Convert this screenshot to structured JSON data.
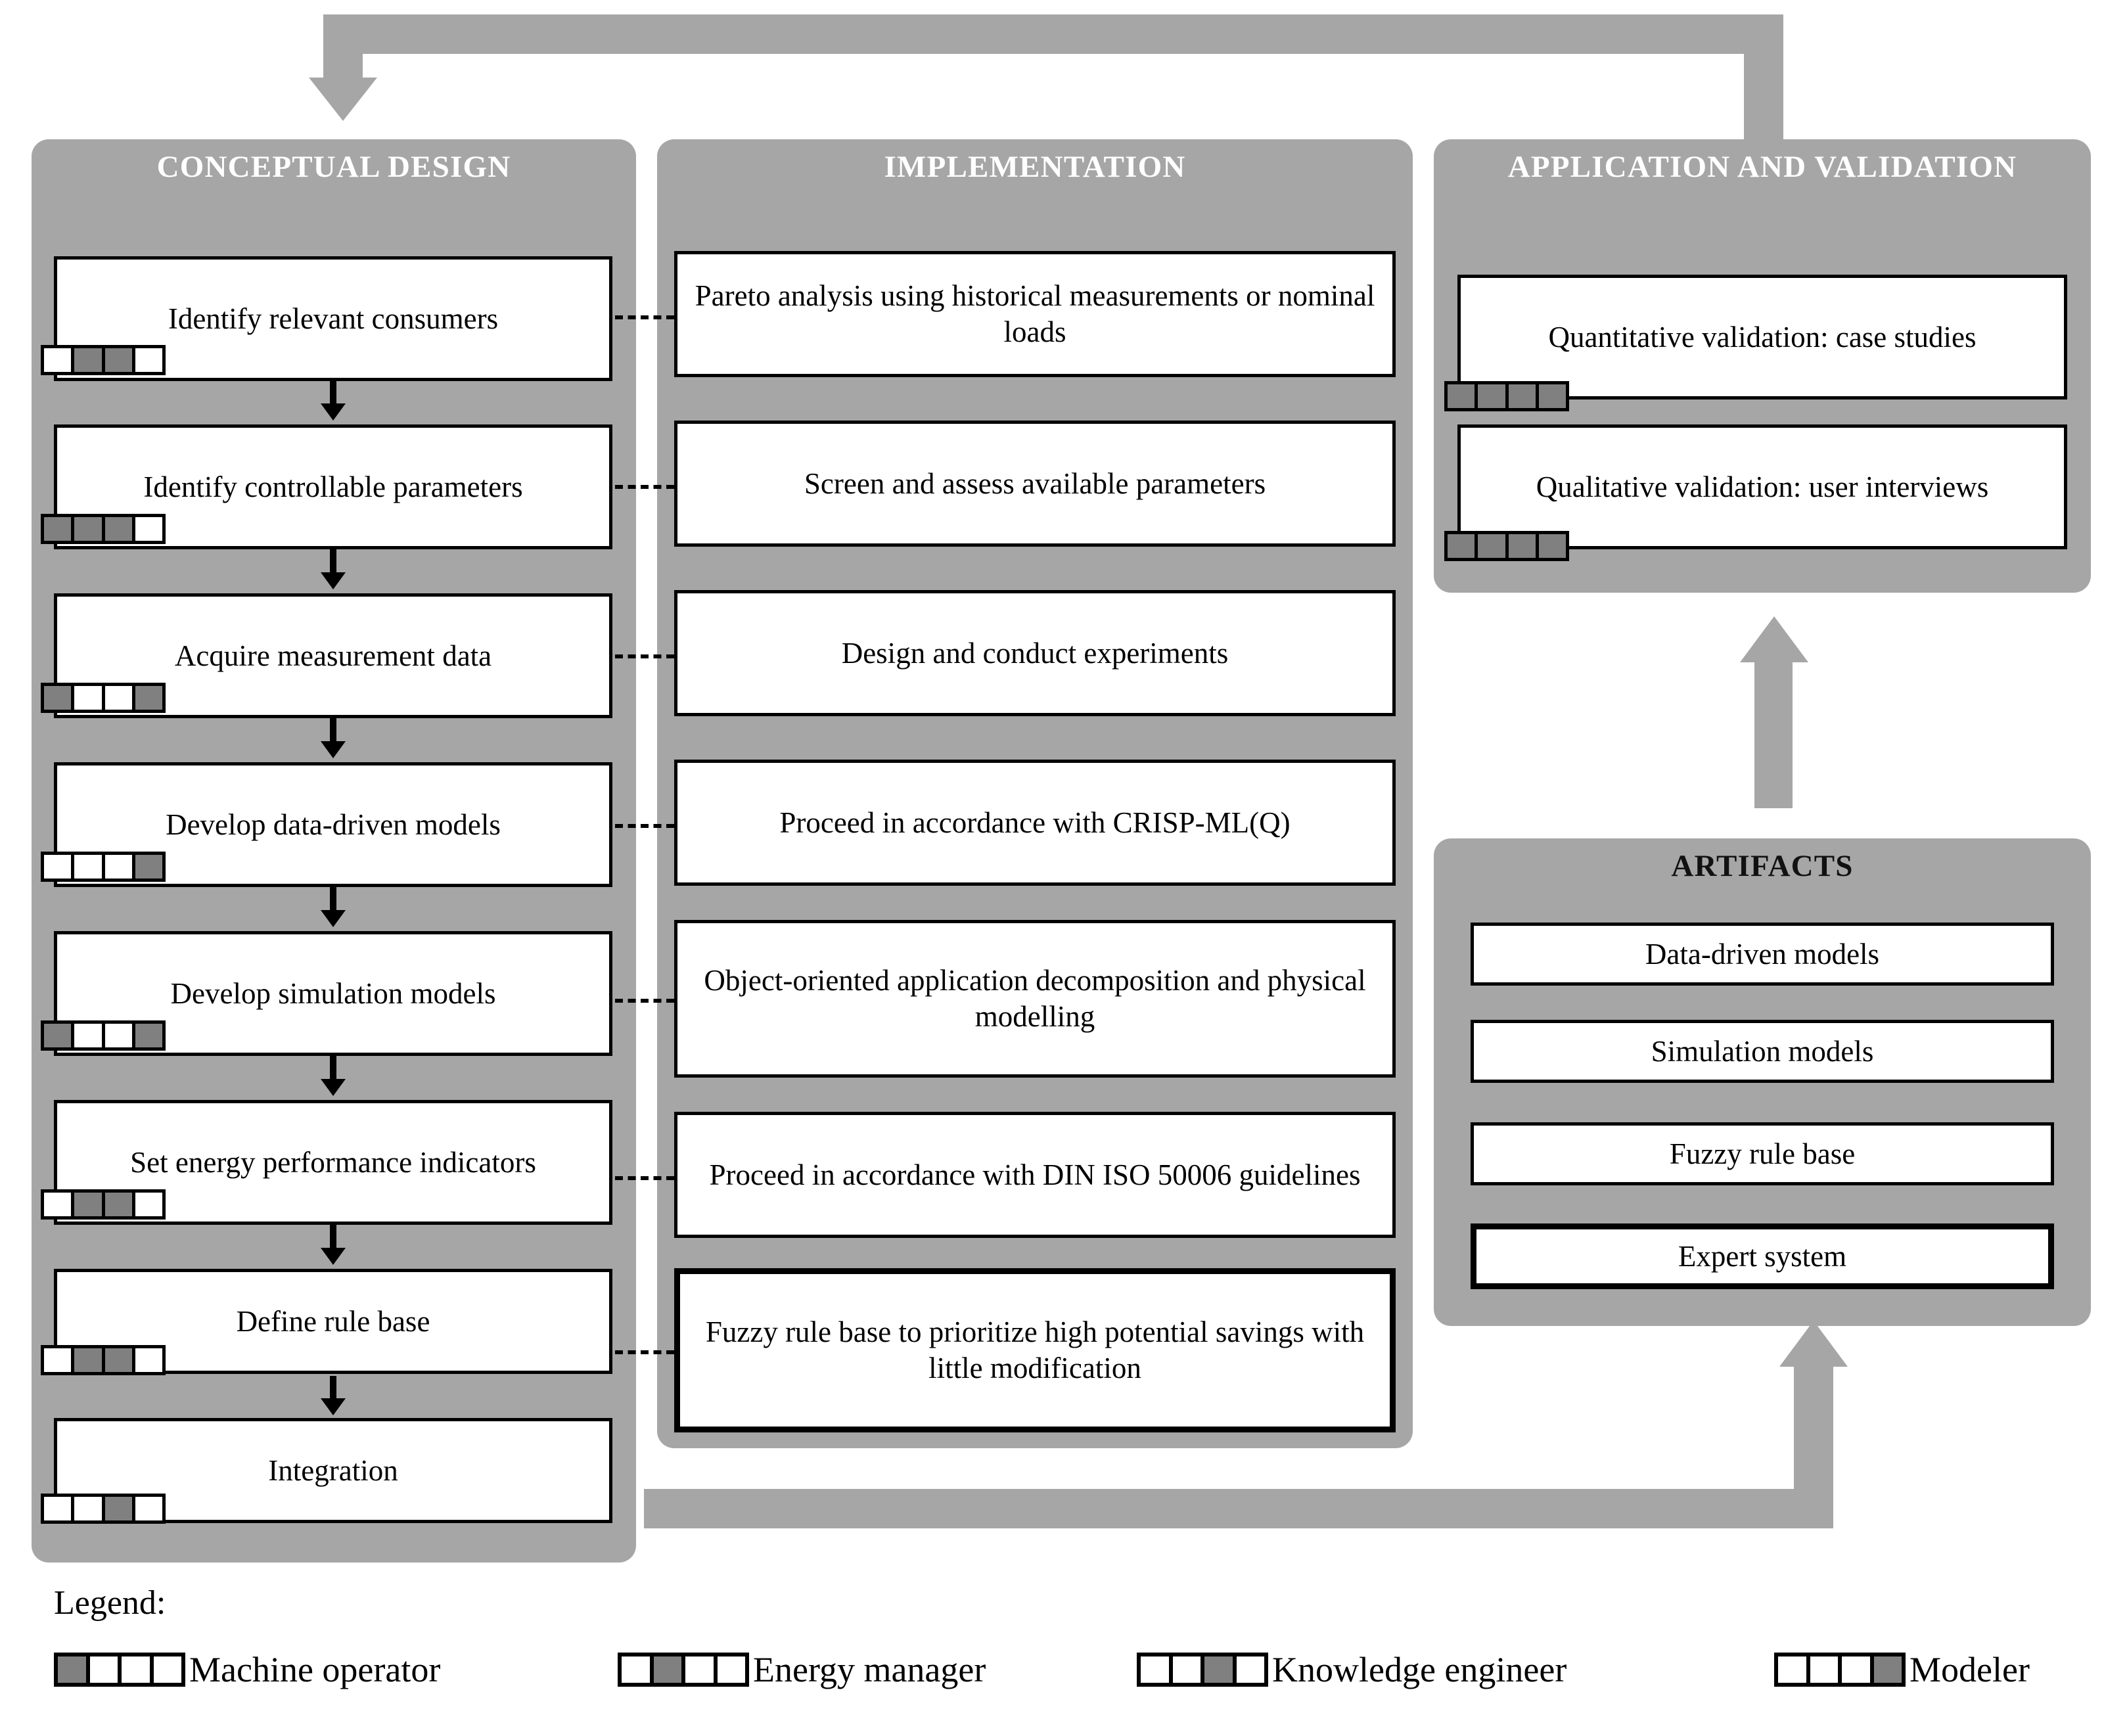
{
  "feedback_arrows": {
    "top_loop": "feedback from application and validation back to conceptual design",
    "bottom_loop": "feedback from implementation to artifacts",
    "middle_arrow": "artifacts feed into application and validation"
  },
  "panels": {
    "conceptual": {
      "title": "CONCEPTUAL DESIGN",
      "steps": [
        {
          "label": "Identify relevant consumers",
          "roles": [
            0,
            1,
            1,
            0
          ]
        },
        {
          "label": "Identify controllable parameters",
          "roles": [
            1,
            1,
            1,
            0
          ]
        },
        {
          "label": "Acquire measurement data",
          "roles": [
            1,
            0,
            0,
            1
          ]
        },
        {
          "label": "Develop data-driven models",
          "roles": [
            0,
            0,
            0,
            1
          ]
        },
        {
          "label": "Develop simulation models",
          "roles": [
            1,
            0,
            0,
            1
          ]
        },
        {
          "label": "Set energy performance indicators",
          "roles": [
            0,
            1,
            1,
            0
          ]
        },
        {
          "label": "Define rule base",
          "roles": [
            0,
            1,
            1,
            0
          ]
        },
        {
          "label": "Integration",
          "roles": [
            0,
            0,
            1,
            0
          ]
        }
      ]
    },
    "implementation": {
      "title": "IMPLEMENTATION",
      "steps": [
        {
          "label": "Pareto analysis using historical measurements or nominal loads",
          "emphasis": false
        },
        {
          "label": "Screen and assess available parameters",
          "emphasis": false
        },
        {
          "label": "Design and conduct experiments",
          "emphasis": false
        },
        {
          "label": "Proceed in accordance with CRISP-ML(Q)",
          "emphasis": false
        },
        {
          "label": "Object-oriented application decomposition and physical modelling",
          "emphasis": false
        },
        {
          "label": "Proceed in accordance with DIN ISO 50006 guidelines",
          "emphasis": false
        },
        {
          "label": "Fuzzy rule base to prioritize high potential savings with little modification",
          "emphasis": true
        }
      ]
    },
    "application_validation": {
      "title": "APPLICATION AND VALIDATION",
      "steps": [
        {
          "label": "Quantitative validation: case studies",
          "roles": [
            1,
            1,
            1,
            1
          ]
        },
        {
          "label": "Qualitative validation: user interviews",
          "roles": [
            1,
            1,
            1,
            1
          ]
        }
      ]
    },
    "artifacts": {
      "title": "ARTIFACTS",
      "steps": [
        {
          "label": "Data-driven models",
          "emphasis": false
        },
        {
          "label": "Simulation models",
          "emphasis": false
        },
        {
          "label": "Fuzzy rule base",
          "emphasis": false
        },
        {
          "label": "Expert system",
          "emphasis": true
        }
      ]
    }
  },
  "legend": {
    "label": "Legend:",
    "roles": [
      {
        "name": "Machine operator",
        "index": 0
      },
      {
        "name": "Energy manager",
        "index": 1
      },
      {
        "name": "Knowledge engineer",
        "index": 2
      },
      {
        "name": "Modeler",
        "index": 3
      }
    ]
  },
  "colors": {
    "panel_background": "#a6a6a6",
    "marker_filled": "#808080",
    "marker_empty": "#ffffff",
    "outline": "#000000",
    "arrow": "#a6a6a6"
  }
}
